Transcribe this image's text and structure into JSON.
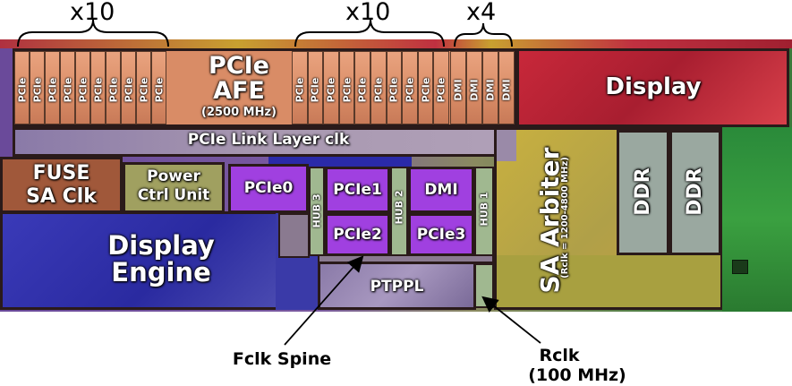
{
  "multipliers": {
    "left": "x10",
    "middle": "x10",
    "right": "x4"
  },
  "afe": {
    "title1": "PCIe",
    "title2": "AFE",
    "freq": "(2500 MHz)",
    "lane_label": "PCIe",
    "dmi_label": "DMI"
  },
  "display": "Display",
  "link_layer": "PCIe Link Layer clk",
  "fuse": {
    "line1": "FUSE",
    "line2": "SA Clk"
  },
  "power": {
    "line1": "Power",
    "line2": "Ctrl Unit"
  },
  "pcie0": "PCIe0",
  "hub3": "HUB 3",
  "pcie1": "PCIe1",
  "hub2": "HUB 2",
  "dmi": "DMI",
  "pcie2": "PCIe2",
  "pcie3": "PCIe3",
  "hub1": "HUB 1",
  "display_engine": {
    "line1": "Display",
    "line2": "Engine"
  },
  "ptppl": "PTPPL",
  "arbiter": {
    "title": "SA Arbiter",
    "freq": "(Rclk = 1200-4800 MHz)"
  },
  "ddr": [
    "DDR",
    "DDR"
  ],
  "annotations": {
    "fclk": "Fclk Spine",
    "rclk_line1": "Rclk",
    "rclk_line2": "(100 MHz)"
  },
  "colors": {
    "afe": "#d98c66",
    "display": "#c0283a",
    "link": "#9a8aa8",
    "fuse": "#a0583a",
    "power": "#a0a060",
    "pcie_blocks": "#a040e0",
    "display_engine": "#3a3ab0",
    "arbiter": "#b0a040",
    "ddr": "#9aa8a0",
    "green": "#2a8a3a"
  }
}
